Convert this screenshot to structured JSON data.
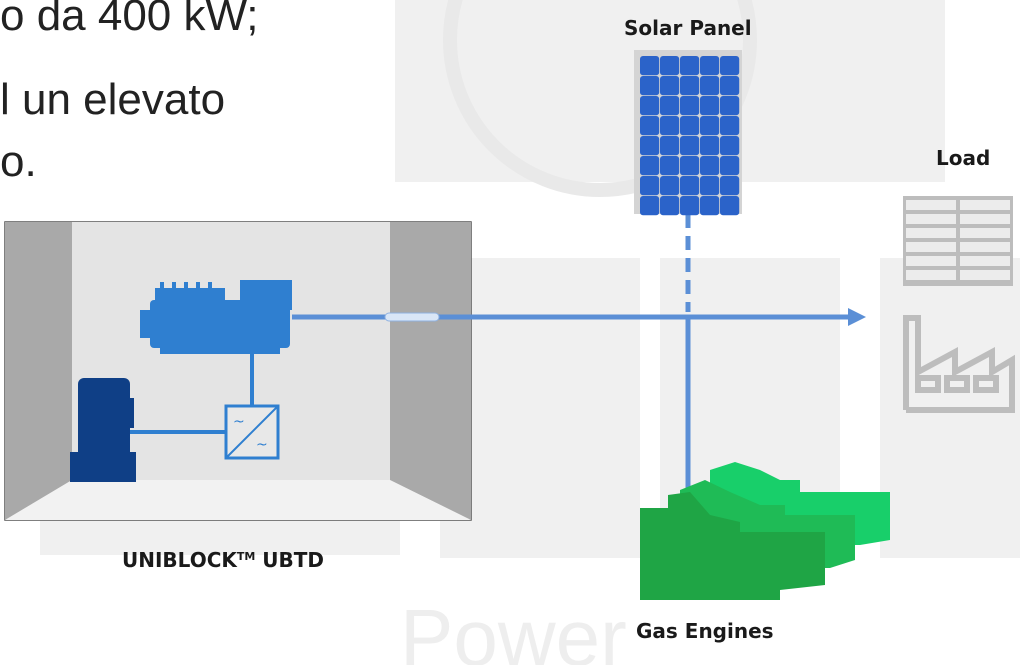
{
  "slide": {
    "text_lines": [
      "o da 400 kW;",
      "l un elevato",
      "o."
    ],
    "watermark": "Power"
  },
  "diagram": {
    "uniblock_label_main": "UNIBLOCK",
    "uniblock_label_tm": "TM",
    "uniblock_label_suffix": " UBTD",
    "solar_label": "Solar Panel",
    "load_label": "Load",
    "gas_label": "Gas Engines"
  },
  "colors": {
    "engine_blue": "#2f7fd0",
    "dark_blue": "#0f3f86",
    "line_blue": "#5b8fd6",
    "green_dark": "#1fa545",
    "green_light": "#18cf6a",
    "grey_icon": "#bdbdbd"
  }
}
